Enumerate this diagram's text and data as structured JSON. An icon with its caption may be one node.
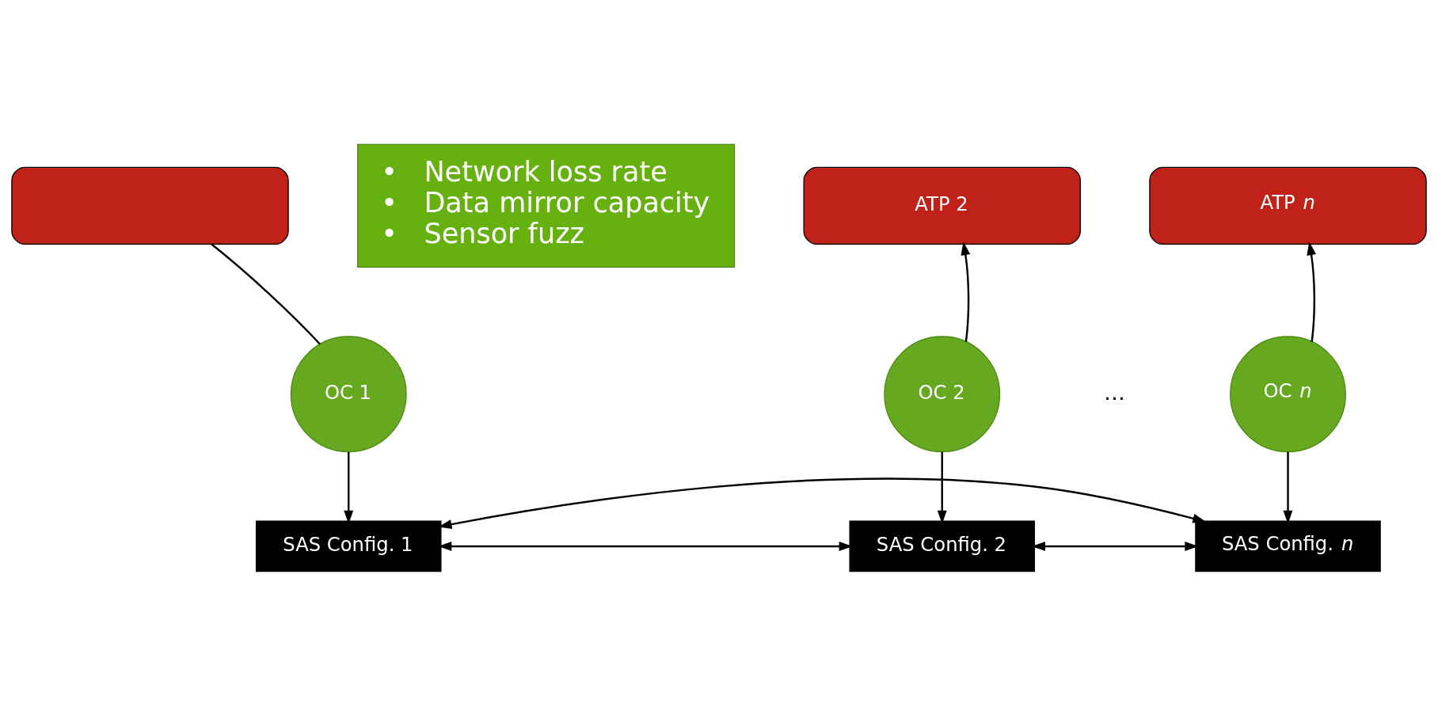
{
  "diagram": {
    "nodes": [
      {
        "text": [],
        "shape": "box"
      },
      {
        "text": [
          "• Network loss rate • Data mirror capacity • Sensor fuzz"
        ]
      },
      {
        "text": [
          "ATP 2"
        ]
      },
      {
        "text": [
          "ATP *n*"
        ]
      },
      {
        "text": [
          "OC 1"
        ]
      },
      {
        "text": [
          "OC 2"
        ]
      },
      {
        "text": [
          "OC *n*"
        ]
      },
      {
        "text": [
          "SAS Config. 1"
        ]
      },
      {
        "text": [
          "SAS Config. 2"
        ]
      },
      {
        "text": [
          "SAS Config. *n*"
        ]
      }
    ],
    "edges": [
      {
        "from": 4,
        "to": 0,
        "arrow": "none"
      },
      {
        "from": 5,
        "to": 2,
        "arrow": "to"
      },
      {
        "from": 6,
        "to": 3,
        "arrow": "to"
      },
      {
        "from": 4,
        "to": 7,
        "arrow": "to"
      },
      {
        "from": 5,
        "to": 8,
        "arrow": "to"
      },
      {
        "from": 6,
        "to": 9,
        "arrow": "to"
      },
      {
        "from": 7,
        "to": 8,
        "arrow": "both"
      },
      {
        "from": 8,
        "to": 9,
        "arrow": "both"
      },
      {
        "from": 7,
        "to": 9,
        "arrow": "both"
      }
    ],
    "labels": [
      "…"
    ]
  }
}
